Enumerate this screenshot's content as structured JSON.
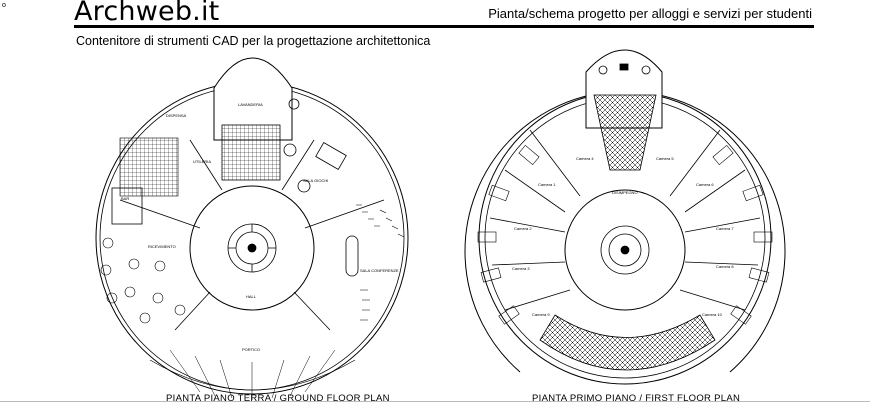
{
  "header": {
    "brand": "Archweb.it",
    "project_title": "Pianta/schema progetto per alloggi e servizi per studenti",
    "subtitle": "Contenitore di strumenti CAD per la progettazione architettonica",
    "corner_mark": "o"
  },
  "ground_floor": {
    "caption": "PIANTA PIANO TERRA  /  GROUND FLOOR PLAN",
    "rooms": {
      "laundry": "LAVANDERIA",
      "storage": "DISPENSA",
      "kitchen": "UTILERIA",
      "games": "SALA GIOCHI",
      "bar": "BAR",
      "hall": "HALL",
      "conference": "SALA CONFERENZE",
      "reception": "RICEVIMENTO",
      "portico": "PORTICO"
    }
  },
  "first_floor": {
    "caption": "PIANTA PRIMO PIANO  /  FIRST FLOOR PLAN",
    "rooms": {
      "corridor": "DISIMPEGNO",
      "c1": "Camera 1",
      "c2": "Camera 2",
      "c3": "Camera 3",
      "c4": "Camera 4",
      "c5": "Camera 5",
      "c6": "Camera 6",
      "c7": "Camera 7",
      "c8": "Camera 8",
      "c9": "Camera 9",
      "c10": "Camera 10"
    }
  },
  "colors": {
    "line": "#000000",
    "background": "#ffffff"
  }
}
